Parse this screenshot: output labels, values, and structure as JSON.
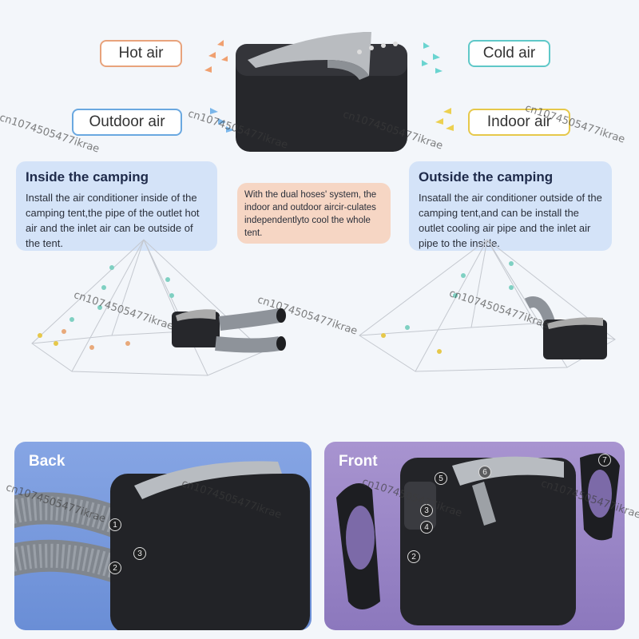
{
  "labels": {
    "hot_air": "Hot air",
    "cold_air": "Cold air",
    "outdoor_air": "Outdoor air",
    "indoor_air": "Indoor air"
  },
  "inside": {
    "title": "Inside the camping",
    "text": "Install the air conditioner inside of the camping tent,the pipe of the outlet hot air and the inlet air can be outside of the tent."
  },
  "middle": {
    "text": "With the dual hoses' system, the indoor and outdoor aircir-culates independentlyto cool the whole tent."
  },
  "outside": {
    "title": "Outside the camping",
    "text": "Insatall the air conditioner outside of the camping tent,and can be install the outlet cooling air pipe and the inlet air pipe to the inside."
  },
  "back": {
    "title": "Back",
    "n1": "1",
    "n2": "2",
    "n3": "3"
  },
  "front": {
    "title": "Front",
    "n2": "2",
    "n3": "3",
    "n4": "4",
    "n5": "5",
    "n6": "6",
    "n7": "7"
  },
  "watermark": "cn1074505477ikrae",
  "colors": {
    "hot": "#e8a37c",
    "cold": "#5fc8c8",
    "outdoor": "#6aa8e0",
    "indoor": "#e6c84a",
    "info_blue": "#d4e3f8",
    "info_peach": "#f6d6c4",
    "back_panel": "#6a8ed6",
    "front_panel": "#9a86c6"
  }
}
